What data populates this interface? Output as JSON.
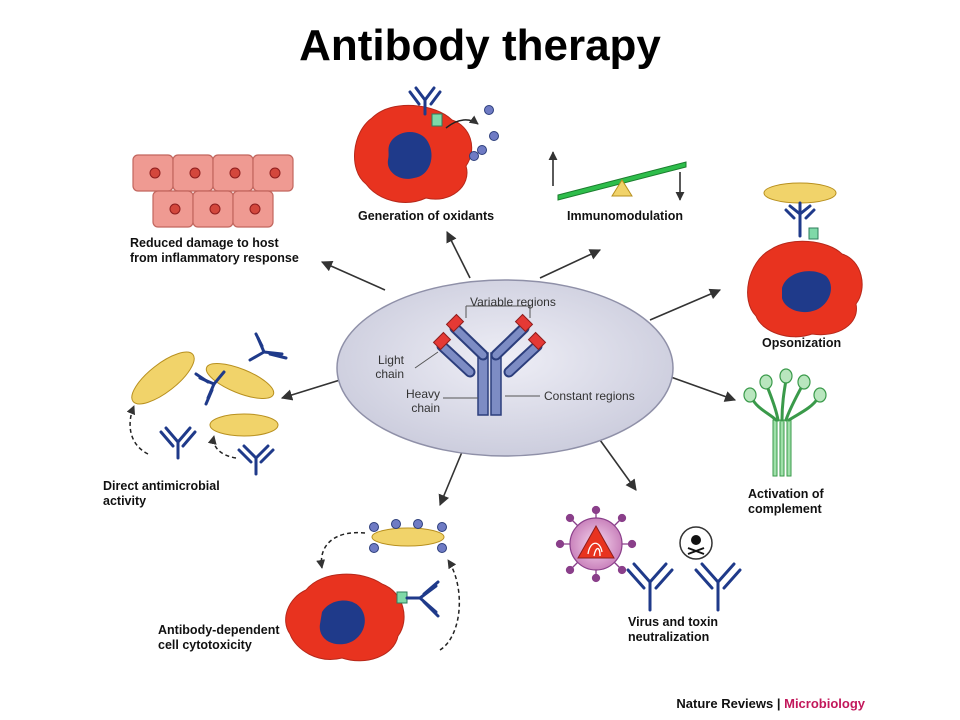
{
  "title": "Antibody therapy",
  "center": {
    "variable_regions": "Variable regions",
    "light_chain": [
      "Light",
      "chain"
    ],
    "heavy_chain": [
      "Heavy",
      "chain"
    ],
    "constant_regions": "Constant regions"
  },
  "effects": {
    "oxidants": "Generation of oxidants",
    "immunomodulation": "Immunomodulation",
    "reduced_damage": [
      "Reduced damage to host",
      "from inflammatory response"
    ],
    "opsonization": "Opsonization",
    "complement": [
      "Activation of",
      "complement"
    ],
    "virus": [
      "Virus and toxin",
      "neutralization"
    ],
    "adcc": [
      "Antibody-dependent",
      "cell cytotoxicity"
    ],
    "antimicrobial": [
      "Direct antimicrobial",
      "activity"
    ]
  },
  "credit": {
    "journal": "Nature Reviews",
    "separator": " | ",
    "field": "Microbiology"
  },
  "colors": {
    "phagocyte": "#e8331f",
    "nucleus": "#1f3a8a",
    "antibody": "#1f3a8a",
    "bacterium": "#f1d36a",
    "host_cell": "#ef9a92",
    "ellipse": "#d5d6e6",
    "credit_accent": "#c2185b"
  }
}
